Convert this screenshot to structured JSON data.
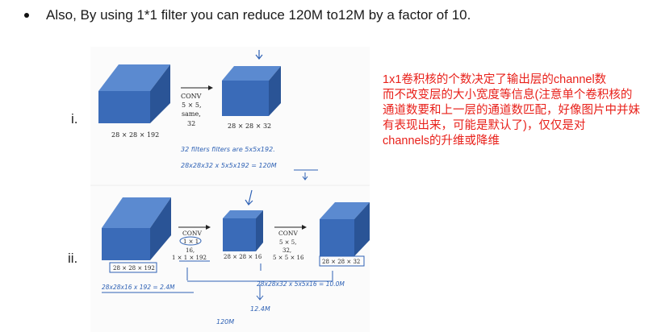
{
  "bullet": {
    "text": "Also, By using 1*1 filter you can reduce 120M to12M by a factor of 10."
  },
  "labels": {
    "i": "i.",
    "ii": "ii."
  },
  "figure_i": {
    "input_dims": "28 × 28 × 192",
    "conv_title": "CONV",
    "conv_lines": [
      "5 × 5,",
      "same,",
      "32"
    ],
    "output_dims": "28 × 28 × 32",
    "handwritten": {
      "filters_note": "32 filters    filters are 5x5x192.",
      "calc": "28x28x32  x 5x5x192  = 120M"
    }
  },
  "figure_ii": {
    "input_dims": "28 × 28 × 192",
    "conv1_title": "CONV",
    "conv1_lines": [
      "1 × 1",
      "16,",
      "1 × 1 × 192"
    ],
    "mid_dims": "28 × 28 × 16",
    "conv2_title": "CONV",
    "conv2_lines": [
      "5 × 5,",
      "32,",
      "5 × 5 × 16"
    ],
    "output_dims": "28 × 28 × 32",
    "handwritten": {
      "calc1": "28x28x16  x 192 = 2.4M",
      "calc2": "28x28x32  x 5x5x16 = 10.0M",
      "sum": "12.4M",
      "compare": "120M"
    }
  },
  "note": {
    "color": "#e8201a",
    "lines": [
      "1x1卷积核的个数决定了输出层的channel数",
      "而不改变层的大小宽度等信息(注意单个卷积核的",
      "通道数要和上一层的通道数匹配，好像图片中并妹",
      "有表现出来，可能是默认了)，仅仅是对",
      "channels的升维或降维"
    ]
  },
  "colors": {
    "cube_front": "#3a6bb8",
    "cube_top": "#5b8ad0",
    "cube_side": "#2a5496",
    "ink": "#2f62b5"
  }
}
